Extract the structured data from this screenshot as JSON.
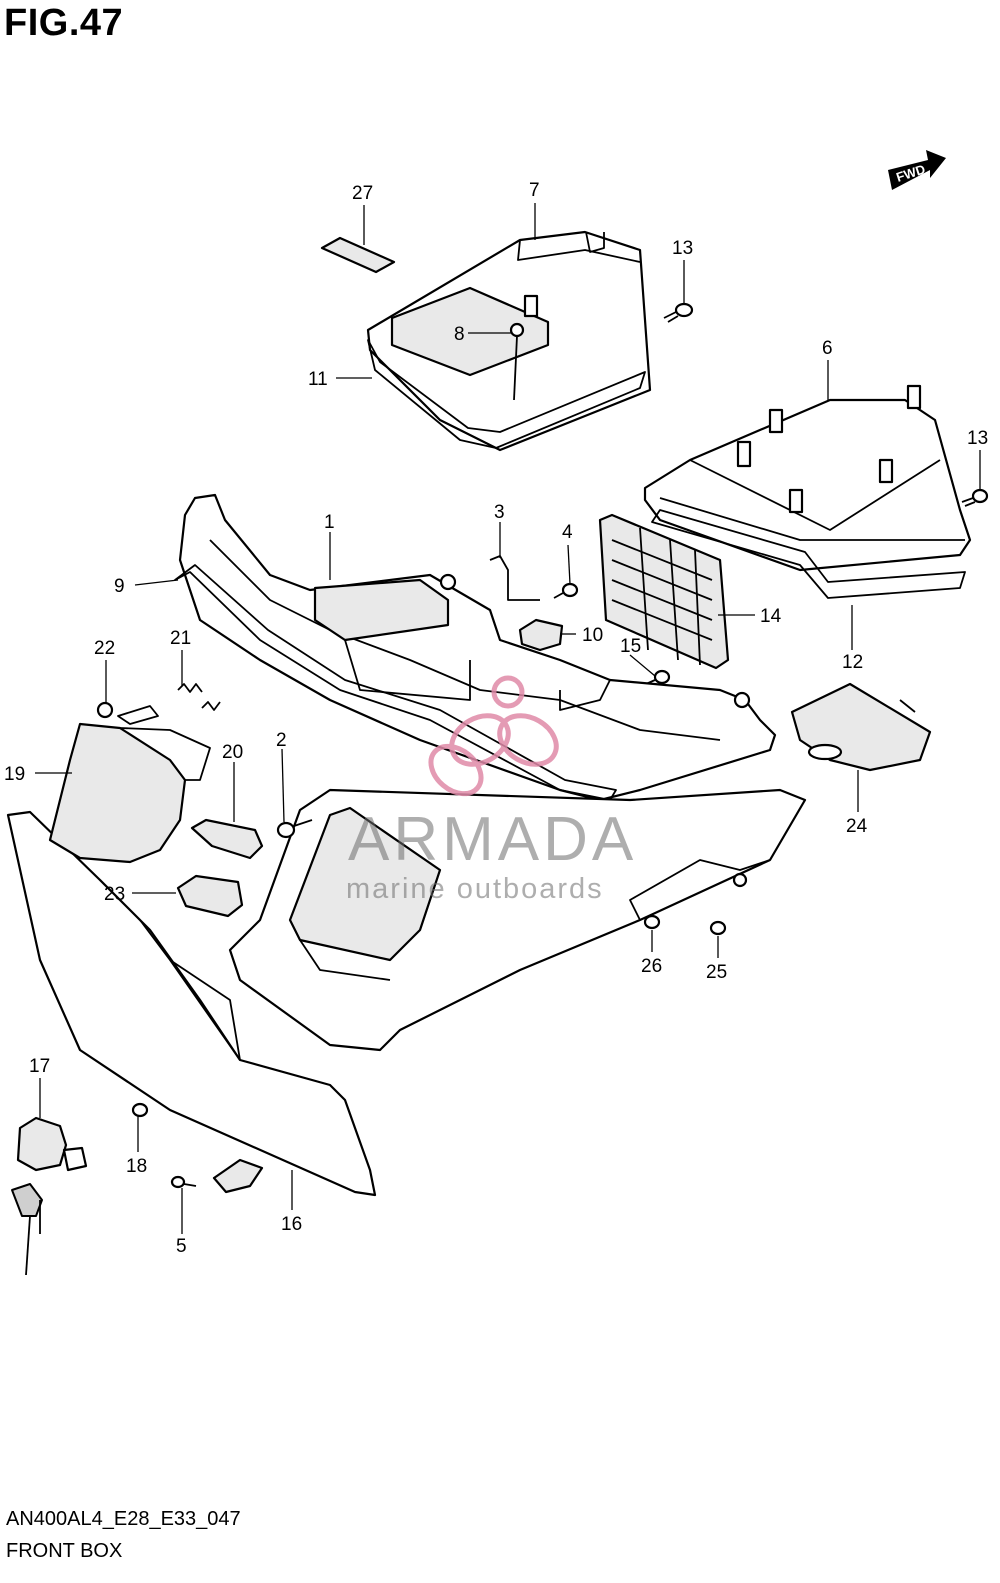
{
  "figure": {
    "title": "FIG.47",
    "code": "AN400AL4_E28_E33_047",
    "name": "FRONT BOX"
  },
  "direction_arrow": {
    "label": "FWD"
  },
  "watermark": {
    "brand": "ARMADA",
    "tagline": "marine outboards",
    "brand_color": "#e08aa8",
    "text_color": "#6b6b6b"
  },
  "callouts": [
    {
      "id": "c1",
      "label": "1"
    },
    {
      "id": "c2",
      "label": "2"
    },
    {
      "id": "c3",
      "label": "3"
    },
    {
      "id": "c4",
      "label": "4"
    },
    {
      "id": "c5",
      "label": "5"
    },
    {
      "id": "c6",
      "label": "6"
    },
    {
      "id": "c7",
      "label": "7"
    },
    {
      "id": "c8",
      "label": "8"
    },
    {
      "id": "c9",
      "label": "9"
    },
    {
      "id": "c10",
      "label": "10"
    },
    {
      "id": "c11",
      "label": "11"
    },
    {
      "id": "c12",
      "label": "12"
    },
    {
      "id": "c13a",
      "label": "13"
    },
    {
      "id": "c13b",
      "label": "13"
    },
    {
      "id": "c14",
      "label": "14"
    },
    {
      "id": "c15",
      "label": "15"
    },
    {
      "id": "c16",
      "label": "16"
    },
    {
      "id": "c17",
      "label": "17"
    },
    {
      "id": "c18",
      "label": "18"
    },
    {
      "id": "c19",
      "label": "19"
    },
    {
      "id": "c20",
      "label": "20"
    },
    {
      "id": "c21",
      "label": "21"
    },
    {
      "id": "c22",
      "label": "22"
    },
    {
      "id": "c23",
      "label": "23"
    },
    {
      "id": "c24",
      "label": "24"
    },
    {
      "id": "c25",
      "label": "25"
    },
    {
      "id": "c26",
      "label": "26"
    },
    {
      "id": "c27",
      "label": "27"
    }
  ]
}
